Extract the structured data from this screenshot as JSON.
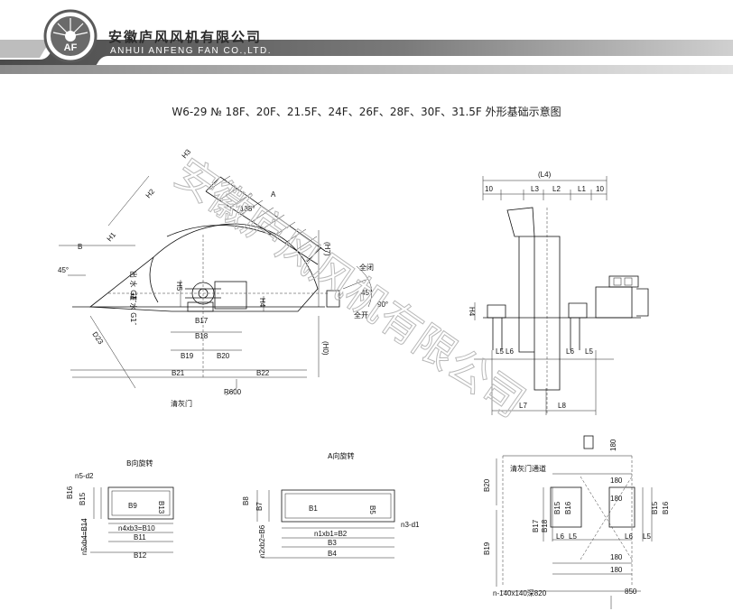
{
  "company": {
    "name_cn": "安徽庐风风机有限公司",
    "name_en": "ANHUI ANFENG FAN CO.,LTD.",
    "logo_letters": "AF"
  },
  "document": {
    "title": "W6-29 № 18F、20F、21.5F、24F、26F、28F、30F、31.5F 外形基础示意图"
  },
  "watermark": "安徽庐风风机有限公司",
  "views": {
    "side": {
      "labels": {
        "h3": "H3",
        "h2": "H2",
        "h1": "H1",
        "b": "B",
        "angle45": "45°",
        "angle135": "135°",
        "a": "A",
        "h7": "(H7)",
        "h5": "H5",
        "h4": "H4",
        "b17": "B17",
        "b18": "B18",
        "b19": "B19",
        "b20": "B20",
        "b21": "B21",
        "b22": "B22",
        "d23": "D23",
        "h0": "(H0)",
        "r600": "R600",
        "outlet_g1a": "出 水 G1″",
        "inlet_g1": "进 水 G1″",
        "full_open": "全闭",
        "full_close": "全开",
        "angle45b": "45°",
        "angle90": "90°",
        "drain": "清灰门"
      }
    },
    "front": {
      "labels": {
        "l4": "(L4)",
        "ten_l": "10",
        "l3": "L3",
        "l2": "L2",
        "l1": "L1",
        "ten_r": "10",
        "h4": "H4",
        "l5a": "L5",
        "l6a": "L6",
        "l6b": "L6",
        "l5b": "L5",
        "l7": "L7",
        "l8": "L8"
      }
    },
    "base_b": {
      "title": "B向旋转",
      "labels": {
        "n5d2": "n5-d2",
        "b16": "B16",
        "b15": "B15",
        "b9": "B9",
        "b13": "B13",
        "n4b3": "n4xb3=B10",
        "b11": "B11",
        "b12": "B12",
        "n5b4": "n5xb4=B14"
      }
    },
    "base_a": {
      "title": "A向旋转",
      "labels": {
        "b8": "B8",
        "b7": "B7",
        "b1": "B1",
        "b5": "B5",
        "n3d1": "n3-d1",
        "n1b1": "n1xb1=B2",
        "b3": "B3",
        "b4": "B4",
        "n2b2": "n2xb2=B6"
      }
    },
    "plan": {
      "labels": {
        "drain_passage": "清灰门通道",
        "b20": "B20",
        "b19": "B19",
        "d180a": "180",
        "d180b": "180",
        "d180c": "180",
        "d180d": "180",
        "d180e": "180",
        "b17": "B17",
        "b18": "B18",
        "b15a": "B15",
        "b16a": "B16",
        "b15b": "B15",
        "b16b": "B16",
        "l6a": "L6",
        "l5a": "L5",
        "l6b": "L6",
        "l5b": "L5",
        "n140": "n-140x140深820",
        "d850": "850"
      }
    }
  }
}
